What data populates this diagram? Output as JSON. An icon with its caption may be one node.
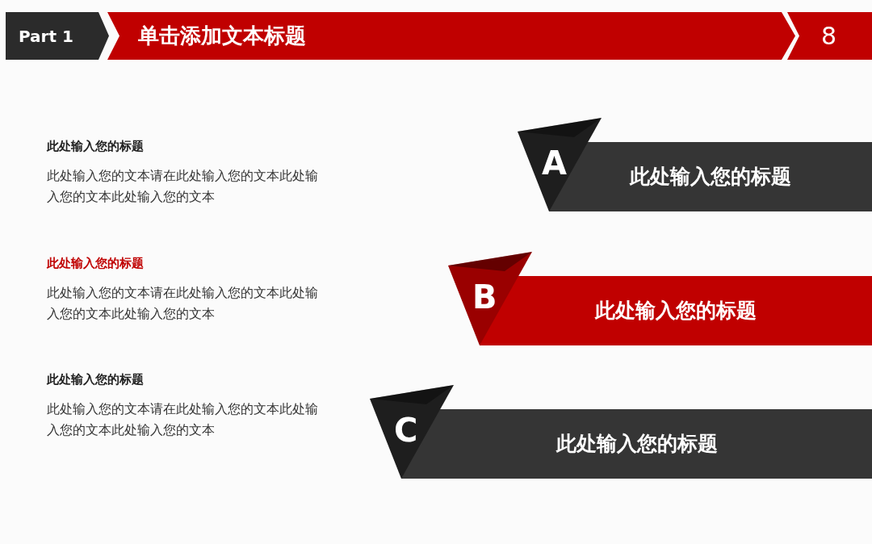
{
  "diagram": {
    "nodes": [
      {
        "text": [
          "Part 1"
        ]
      },
      {
        "text": [
          "单击添加文本标题"
        ]
      },
      {
        "text": [
          "8"
        ]
      },
      {
        "text": [
          "A",
          "此处输入您的标题"
        ]
      },
      {
        "text": [
          "B",
          "此处输入您的标题"
        ]
      },
      {
        "text": [
          "C",
          "此处输入您的标题"
        ]
      }
    ],
    "edges": [],
    "labels": [
      "此处输入您的标题",
      "此处输入您的文本请在此处输入您的文本此处输入您的文本此处输入您的文本",
      "此处输入您的标题",
      "此处输入您的文本请在此处输入您的文本此处输入您的文本此处输入您的文本",
      "此处输入您的标题",
      "此处输入您的文本请在此处输入您的文本此处输入您的文本此处输入您的文本"
    ]
  }
}
